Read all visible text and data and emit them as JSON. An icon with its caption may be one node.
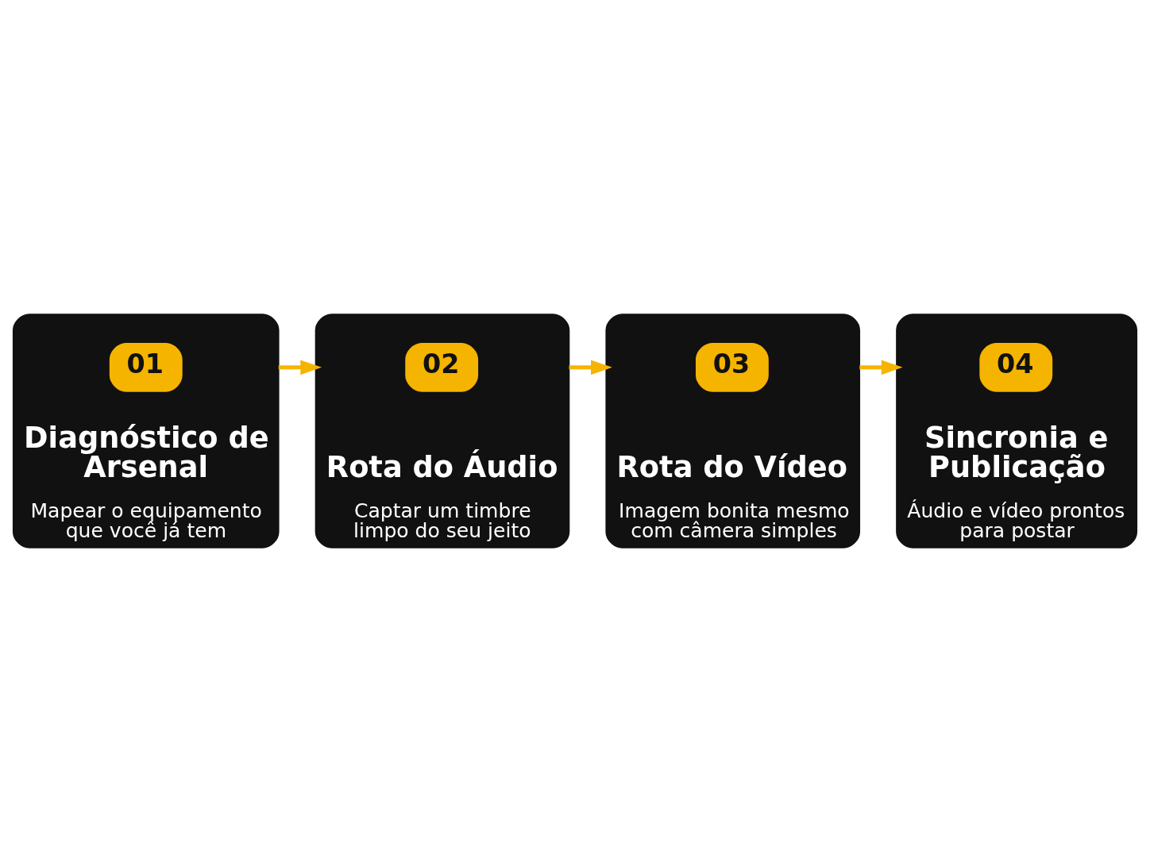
{
  "diagram": {
    "nodes": [
      {
        "text": [
          "Diagnóstico de Arsenal",
          "Mapear o equipamento que você já tem"
        ]
      },
      {
        "text": [
          "01"
        ],
        "in": 0
      },
      {
        "text": [
          "Rota do Áudio",
          "Captar um timbre limpo do seu jeito"
        ]
      },
      {
        "text": [
          "02"
        ],
        "in": 2
      },
      {
        "text": [
          "Rota do Vídeo",
          "Imagem bonita mesmo com câmera simples"
        ]
      },
      {
        "text": [
          "03"
        ],
        "in": 4
      },
      {
        "text": [
          "Sincronia e Publicação",
          "Áudio e vídeo prontos para postar"
        ]
      },
      {
        "text": [
          "04"
        ],
        "in": 6
      }
    ],
    "edges": [
      {
        "from": 0,
        "to": 2,
        "arrow": "to"
      },
      {
        "from": 2,
        "to": 4,
        "arrow": "to"
      },
      {
        "from": 4,
        "to": 6,
        "arrow": "to"
      }
    ]
  }
}
